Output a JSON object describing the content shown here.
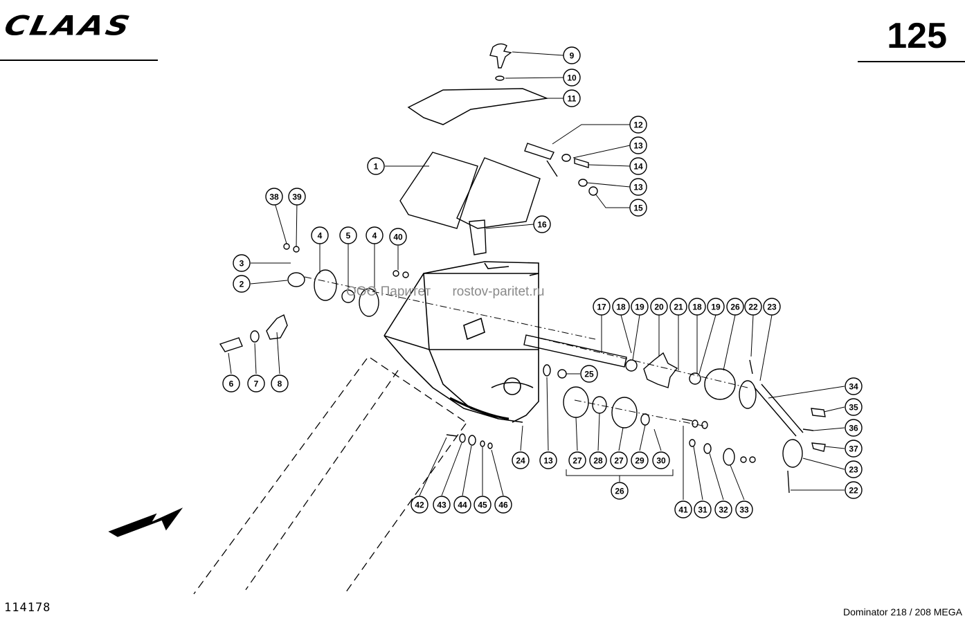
{
  "header": {
    "brand": "CLAAS",
    "page_number": "125"
  },
  "footer": {
    "document_id": "114178",
    "model": "Dominator 218 / 208 MEGA"
  },
  "watermark": {
    "company": "ООО Паритет",
    "url": "rostov-paritet.ru"
  },
  "callouts": [
    {
      "id": "c9",
      "label": "9"
    },
    {
      "id": "c10",
      "label": "10"
    },
    {
      "id": "c11",
      "label": "11"
    },
    {
      "id": "c12",
      "label": "12"
    },
    {
      "id": "c13a",
      "label": "13"
    },
    {
      "id": "c14",
      "label": "14"
    },
    {
      "id": "c13b",
      "label": "13"
    },
    {
      "id": "c15",
      "label": "15"
    },
    {
      "id": "c16",
      "label": "16"
    },
    {
      "id": "c1",
      "label": "1"
    },
    {
      "id": "c38",
      "label": "38"
    },
    {
      "id": "c39",
      "label": "39"
    },
    {
      "id": "c3",
      "label": "3"
    },
    {
      "id": "c2",
      "label": "2"
    },
    {
      "id": "c4a",
      "label": "4"
    },
    {
      "id": "c5",
      "label": "5"
    },
    {
      "id": "c4b",
      "label": "4"
    },
    {
      "id": "c40",
      "label": "40"
    },
    {
      "id": "c6",
      "label": "6"
    },
    {
      "id": "c7",
      "label": "7"
    },
    {
      "id": "c8",
      "label": "8"
    },
    {
      "id": "c17",
      "label": "17"
    },
    {
      "id": "c18a",
      "label": "18"
    },
    {
      "id": "c19a",
      "label": "19"
    },
    {
      "id": "c20",
      "label": "20"
    },
    {
      "id": "c21",
      "label": "21"
    },
    {
      "id": "c18b",
      "label": "18"
    },
    {
      "id": "c19b",
      "label": "19"
    },
    {
      "id": "c26a",
      "label": "26"
    },
    {
      "id": "c22a",
      "label": "22"
    },
    {
      "id": "c23a",
      "label": "23"
    },
    {
      "id": "c25",
      "label": "25"
    },
    {
      "id": "c34",
      "label": "34"
    },
    {
      "id": "c35",
      "label": "35"
    },
    {
      "id": "c36",
      "label": "36"
    },
    {
      "id": "c37",
      "label": "37"
    },
    {
      "id": "c23b",
      "label": "23"
    },
    {
      "id": "c22b",
      "label": "22"
    },
    {
      "id": "c24",
      "label": "24"
    },
    {
      "id": "c13c",
      "label": "13"
    },
    {
      "id": "c27a",
      "label": "27"
    },
    {
      "id": "c28",
      "label": "28"
    },
    {
      "id": "c27b",
      "label": "27"
    },
    {
      "id": "c29",
      "label": "29"
    },
    {
      "id": "c30",
      "label": "30"
    },
    {
      "id": "c26b",
      "label": "26"
    },
    {
      "id": "c42",
      "label": "42"
    },
    {
      "id": "c43",
      "label": "43"
    },
    {
      "id": "c44",
      "label": "44"
    },
    {
      "id": "c45",
      "label": "45"
    },
    {
      "id": "c46",
      "label": "46"
    },
    {
      "id": "c41",
      "label": "41"
    },
    {
      "id": "c31",
      "label": "31"
    },
    {
      "id": "c32",
      "label": "32"
    },
    {
      "id": "c33",
      "label": "33"
    }
  ]
}
